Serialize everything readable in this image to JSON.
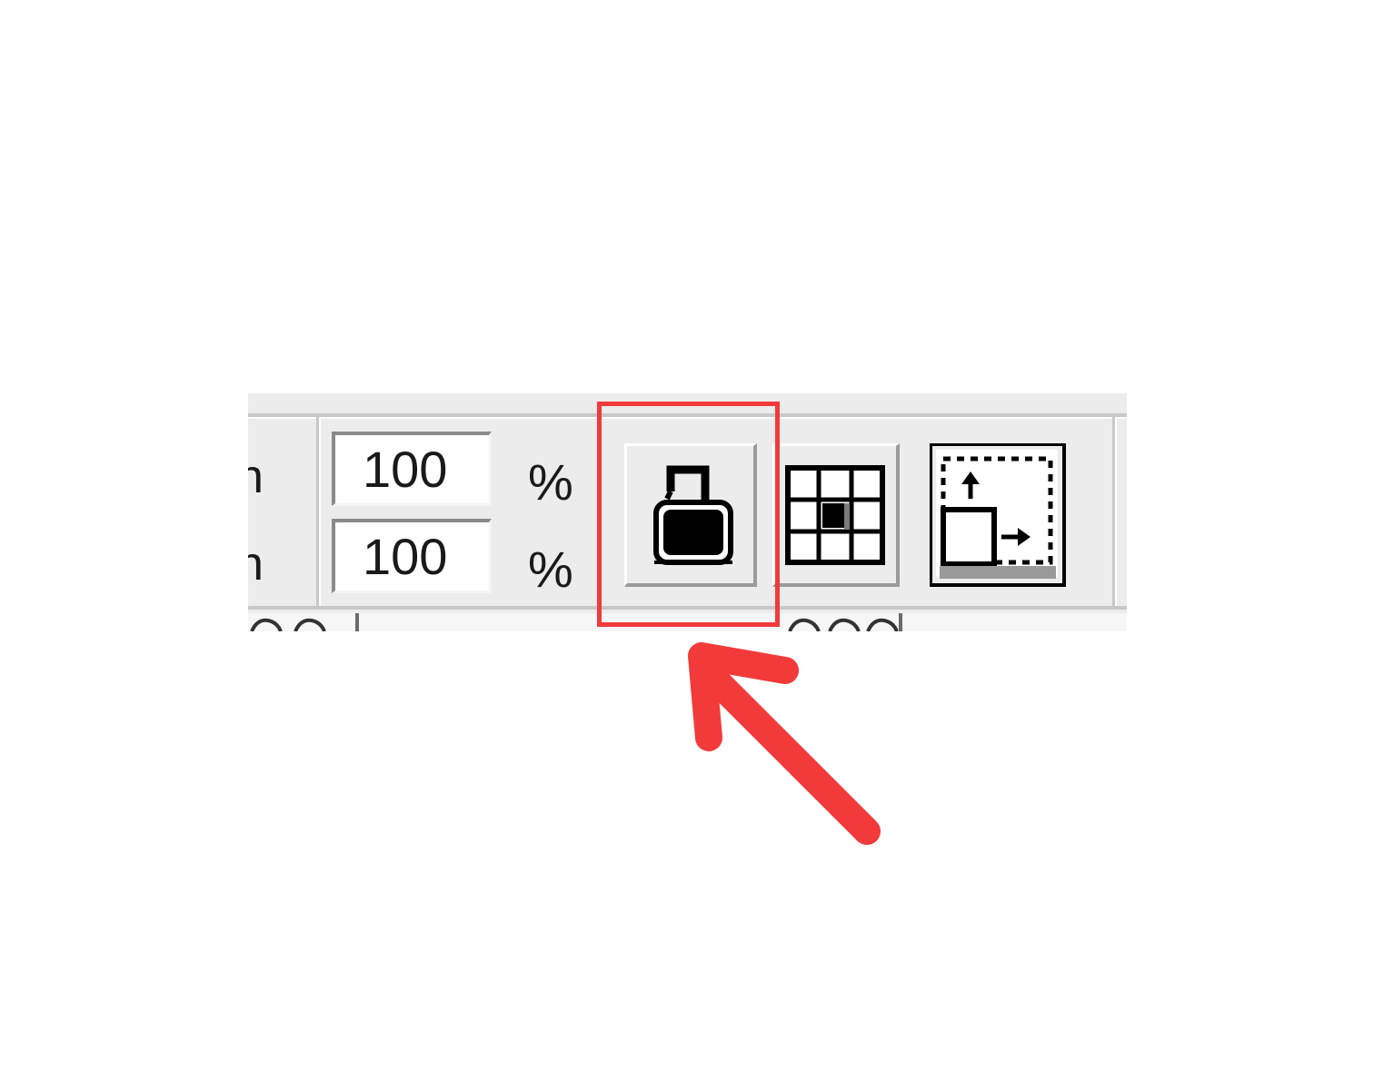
{
  "toolbar": {
    "width_field": {
      "value": "100",
      "unit": "%"
    },
    "height_field": {
      "value": "100",
      "unit": "%"
    },
    "truncated_labels": [
      "n",
      "n"
    ],
    "buttons": {
      "lock_aspect": {
        "icon": "unlocked-padlock-icon",
        "state": "unlocked"
      },
      "anchor_grid": {
        "icon": "anchor-grid-icon"
      },
      "resize_canvas": {
        "icon": "resize-expand-icon"
      }
    }
  },
  "annotation": {
    "color": "#f23a3a",
    "target": "lock_aspect",
    "arrow_icon": "pointer-arrow-icon"
  }
}
